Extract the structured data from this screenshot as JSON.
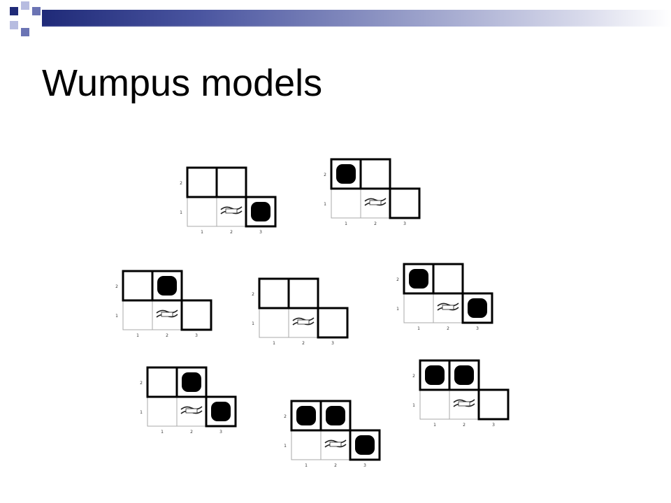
{
  "slide": {
    "title": "Wumpus models"
  },
  "colors": {
    "header_dark": "#1f2a78",
    "header_mid": "#6b74b4",
    "header_light": "#b7bce0",
    "grid_border": "#000000",
    "grid_light_line": "#aaaaaa",
    "pit": "#000000"
  },
  "icons": {
    "pit": "pit-icon",
    "breeze": "breeze-icon"
  },
  "grid": {
    "row_labels": [
      "2",
      "1"
    ],
    "col_labels": [
      "1",
      "2",
      "3"
    ],
    "breeze_label": "Breeze"
  },
  "models": [
    {
      "pits": {
        "1,2": false,
        "2,2": false,
        "3,1": true
      }
    },
    {
      "pits": {
        "1,2": true,
        "2,2": false,
        "3,1": false
      }
    },
    {
      "pits": {
        "1,2": false,
        "2,2": true,
        "3,1": false
      }
    },
    {
      "pits": {
        "1,2": false,
        "2,2": false,
        "3,1": false
      }
    },
    {
      "pits": {
        "1,2": true,
        "2,2": false,
        "3,1": true
      }
    },
    {
      "pits": {
        "1,2": false,
        "2,2": true,
        "3,1": true
      }
    },
    {
      "pits": {
        "1,2": true,
        "2,2": true,
        "3,1": true
      }
    },
    {
      "pits": {
        "1,2": true,
        "2,2": true,
        "3,1": false
      }
    }
  ]
}
